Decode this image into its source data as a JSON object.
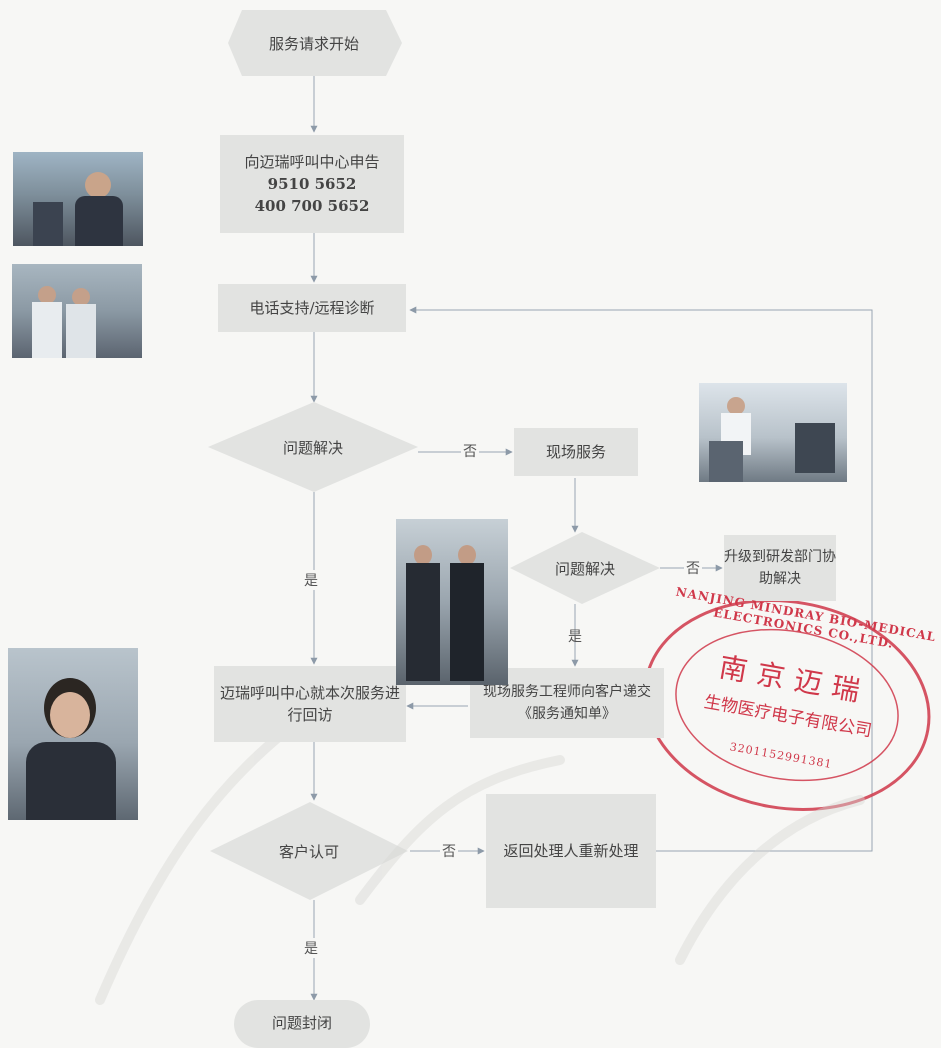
{
  "flow": {
    "start": "服务请求开始",
    "call_center": {
      "line1": "向迈瑞呼叫中心申告",
      "line2": "9510 5652",
      "line3": "400 700 5652"
    },
    "phone_support": "电话支持/远程诊断",
    "decision1": "问题解决",
    "onsite_service": "现场服务",
    "decision2": "问题解决",
    "upgrade": "升级到研发部门协助解决",
    "engineer_submit": "现场服务工程师向客户递交《服务通知单》",
    "followup": "迈瑞呼叫中心就本次服务进行回访",
    "decision3": "客户认可",
    "reprocess": "返回处理人重新处理",
    "end": "问题封闭",
    "labels": {
      "no": "否",
      "yes": "是"
    }
  },
  "stamp": {
    "outer_text": "NANJING MINDRAY BIO-MEDICAL ELECTRONICS CO.,LTD.",
    "inner_line1": "南京迈瑞",
    "inner_line2": "生物医疗电子有限公司",
    "number": "3201152991381",
    "color": "#d0384a"
  },
  "photos": [
    {
      "name": "call-center-agents-photo"
    },
    {
      "name": "service-staff-photo"
    },
    {
      "name": "onsite-team-photo"
    },
    {
      "name": "engineers-walking-photo"
    },
    {
      "name": "headset-agent-photo"
    }
  ],
  "colors": {
    "box": "#e2e3e1",
    "line": "#9aa6b2",
    "ink": "#444444"
  }
}
